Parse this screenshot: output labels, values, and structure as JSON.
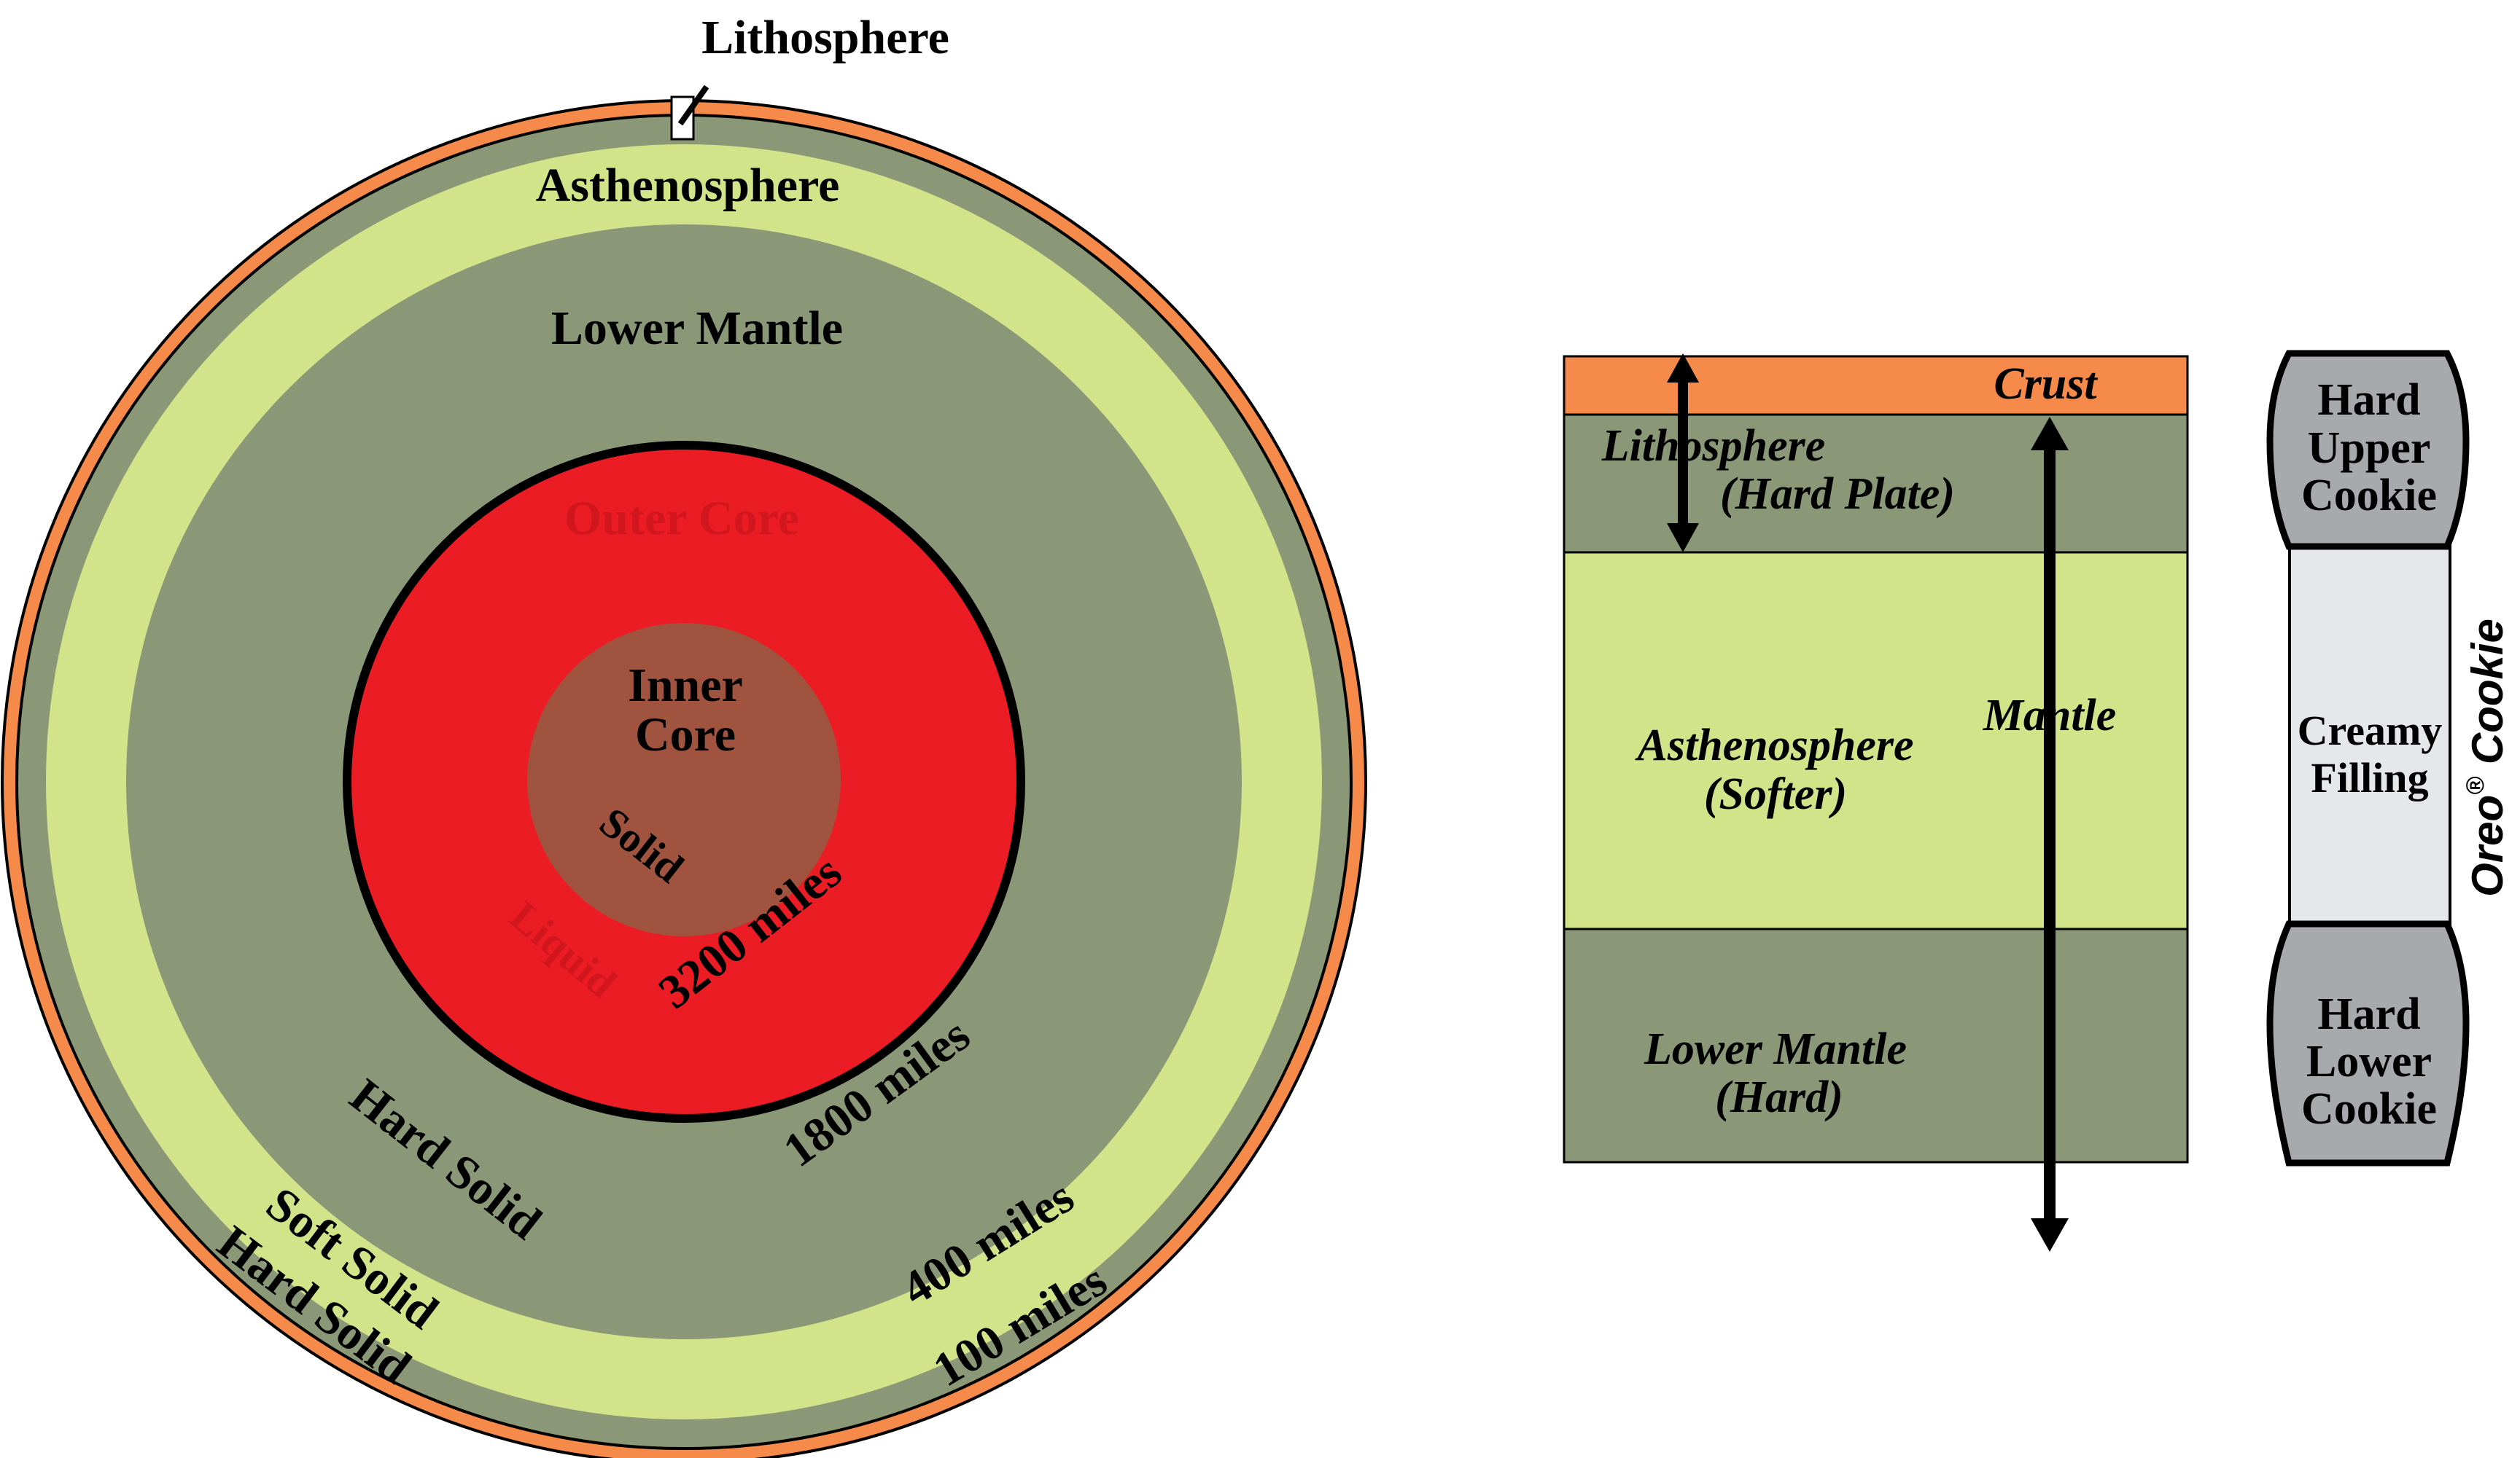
{
  "colors": {
    "crust": "#F58A4B",
    "hard_green": "#8A9878",
    "soft_green": "#D3E389",
    "outer_core": "#EC1C24",
    "inner_core": "#A05440",
    "outer_core_text": "#D2161E",
    "cookie": "#A7A9AC",
    "filling": "#E6E7E8",
    "ink": "#000000"
  },
  "globe": {
    "lithosphere": "Lithosphere",
    "asthenosphere": "Asthenosphere",
    "lower_mantle": "Lower Mantle",
    "outer_core": "Outer Core",
    "inner_core_line1": "Inner",
    "inner_core_line2": "Core",
    "solid": "Solid",
    "liquid": "Liquid",
    "d3200": "3200 miles",
    "d1800": "1800 miles",
    "d400": "400 miles",
    "d100": "100 miles",
    "hard_solid_inner": "Hard Solid",
    "soft_solid": "Soft Solid",
    "hard_solid_outer": "Hard Solid"
  },
  "column": {
    "crust": "Crust",
    "lithosphere_line1": "Lithosphere",
    "lithosphere_line2": "(Hard Plate)",
    "asthenosphere_line1": "Asthenosphere",
    "asthenosphere_line2": "(Softer)",
    "lower_mantle_line1": "Lower Mantle",
    "lower_mantle_line2": "(Hard)",
    "mantle": "Mantle"
  },
  "cookie": {
    "upper_line1": "Hard",
    "upper_line2": "Upper",
    "upper_line3": "Cookie",
    "filling_line1": "Creamy",
    "filling_line2": "Filling",
    "lower_line1": "Hard",
    "lower_line2": "Lower",
    "lower_line3": "Cookie",
    "side_label_1": "Oreo",
    "side_label_mark": "®",
    "side_label_2": " Cookie"
  }
}
